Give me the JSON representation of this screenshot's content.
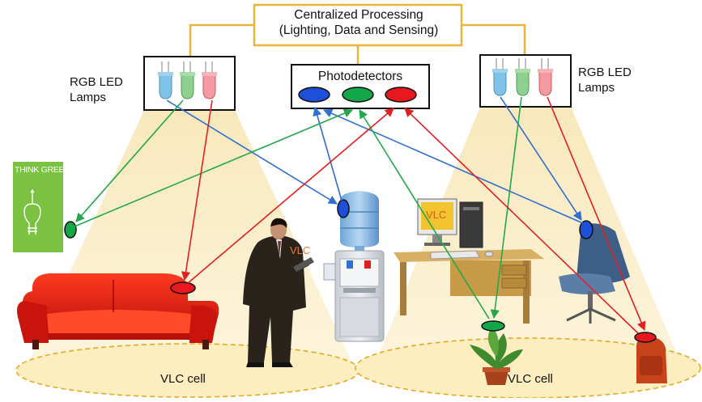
{
  "header": {
    "title_line1": "Centralized Processing",
    "title_line2": "(Lighting, Data and Sensing)"
  },
  "left_lamps": {
    "line1": "RGB LED",
    "line2": "Lamps"
  },
  "right_lamps": {
    "line1": "RGB LED",
    "line2": "Lamps"
  },
  "photodetectors": {
    "label": "Photodetectors",
    "sensors": [
      {
        "name": "blue-sensor",
        "color": "#1e4fd8"
      },
      {
        "name": "green-sensor",
        "color": "#12a84a"
      },
      {
        "name": "red-sensor",
        "color": "#e8181e"
      }
    ]
  },
  "cells": {
    "left": "VLC cell",
    "right": "VLC cell"
  },
  "person_label": "VLC",
  "monitor_label": "VLC",
  "poster_text": "THINK GREEN",
  "colors": {
    "frame": "#f0c050",
    "blue_ray": "#2f6fd0",
    "green_ray": "#22a84a",
    "red_ray": "#e02020",
    "light_cone": "#fbefc9",
    "cell_fill": "#fdefc4",
    "cell_border": "#e6a821"
  }
}
